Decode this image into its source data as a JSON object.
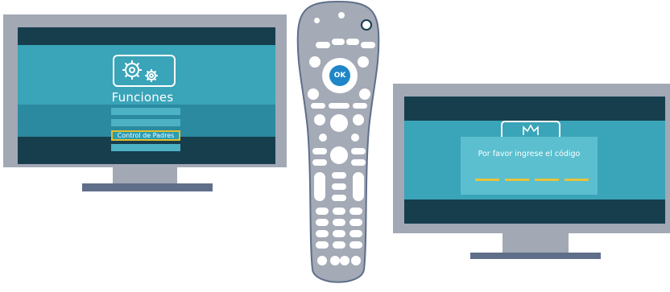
{
  "tv_left": {
    "menu_title": "Funciones",
    "selected_item_label": "Control de Padres",
    "icon": "gears-icon"
  },
  "remote": {
    "ok_label": "OK",
    "power_icon": "power-icon"
  },
  "tv_right": {
    "prompt": "Por favor ingrese el código",
    "code_slots": 4,
    "icon": "crown-icon"
  },
  "colors": {
    "screen_dark": "#173e4d",
    "screen_band": "#3aa4b8",
    "frame": "#a2a8b4",
    "base": "#5f6f89",
    "highlight": "#e2c02a",
    "ok_button": "#1f86c8"
  }
}
